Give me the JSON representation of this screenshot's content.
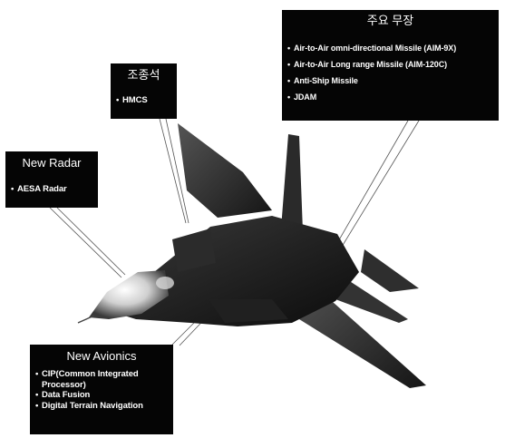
{
  "callouts": {
    "weapons": {
      "title": "주요 무장",
      "items": [
        "Air-to-Air omni-directional  Missile (AIM-9X)",
        "Air-to-Air Long range Missile (AIM-120C)",
        "Anti-Ship Missile",
        "JDAM"
      ]
    },
    "cockpit": {
      "title": "조종석",
      "items": [
        "HMCS"
      ]
    },
    "radar": {
      "title": "New Radar",
      "items": [
        "AESA Radar"
      ]
    },
    "avionics": {
      "title": "New Avionics",
      "items": [
        "CIP(Common Integrated Processor)",
        "Data Fusion",
        "Digital Terrain Navigation"
      ]
    }
  },
  "colors": {
    "callout_bg": "#050505",
    "callout_text": "#ffffff",
    "aircraft_dark": "#1a1a1a",
    "aircraft_mid": "#4a4a4a",
    "canopy": "#e8e8e8"
  }
}
